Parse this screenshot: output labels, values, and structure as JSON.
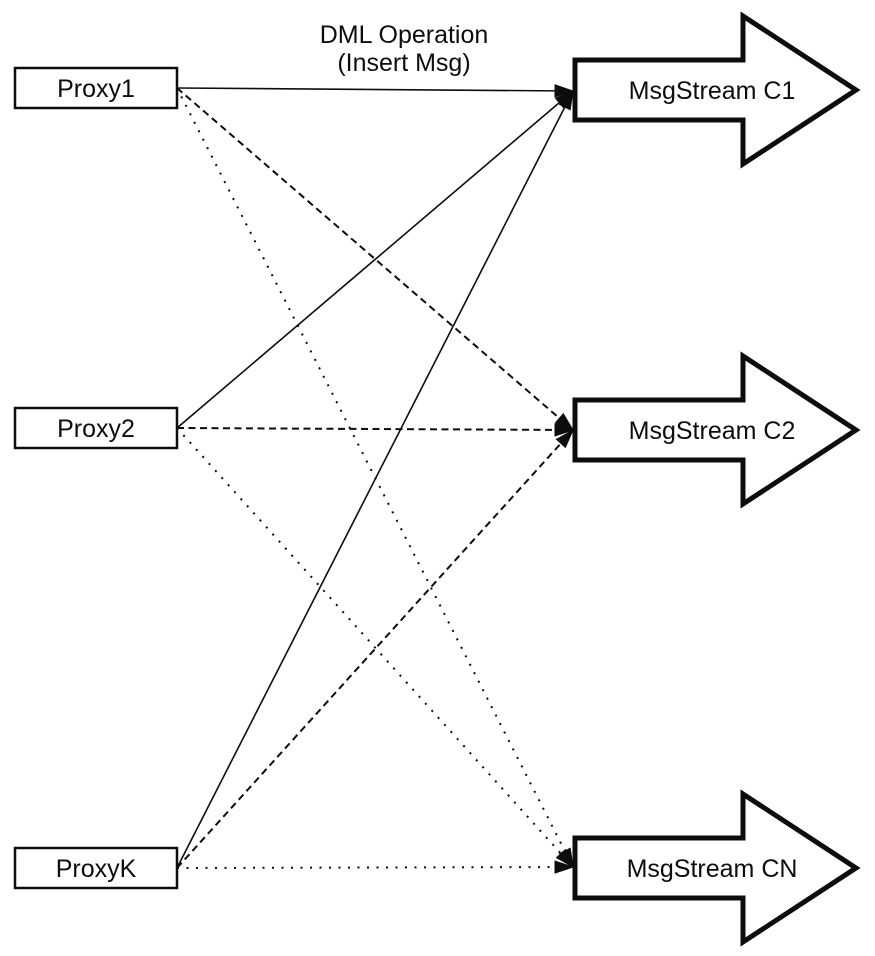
{
  "canvas": {
    "background_color": "#ffffff",
    "stroke_color": "#0d0d0d",
    "node_fill_color": "#ffffff"
  },
  "annotation": {
    "line1": "DML Operation",
    "line2": "(Insert Msg)"
  },
  "nodes": {
    "proxies": [
      {
        "id": "proxy1",
        "label": "Proxy1"
      },
      {
        "id": "proxy2",
        "label": "Proxy2"
      },
      {
        "id": "proxyk",
        "label": "ProxyK"
      }
    ],
    "streams": [
      {
        "id": "c1",
        "label": "MsgStream C1"
      },
      {
        "id": "c2",
        "label": "MsgStream C2"
      },
      {
        "id": "cn",
        "label": "MsgStream CN"
      }
    ]
  },
  "connections": [
    {
      "from": "proxy1",
      "to": "c1",
      "style": "solid"
    },
    {
      "from": "proxy2",
      "to": "c1",
      "style": "solid"
    },
    {
      "from": "proxyk",
      "to": "c1",
      "style": "solid"
    },
    {
      "from": "proxy1",
      "to": "c2",
      "style": "dashed"
    },
    {
      "from": "proxy2",
      "to": "c2",
      "style": "dashed"
    },
    {
      "from": "proxyk",
      "to": "c2",
      "style": "dashed"
    },
    {
      "from": "proxy1",
      "to": "cn",
      "style": "dotted"
    },
    {
      "from": "proxy2",
      "to": "cn",
      "style": "dotted"
    },
    {
      "from": "proxyk",
      "to": "cn",
      "style": "dotted"
    }
  ]
}
